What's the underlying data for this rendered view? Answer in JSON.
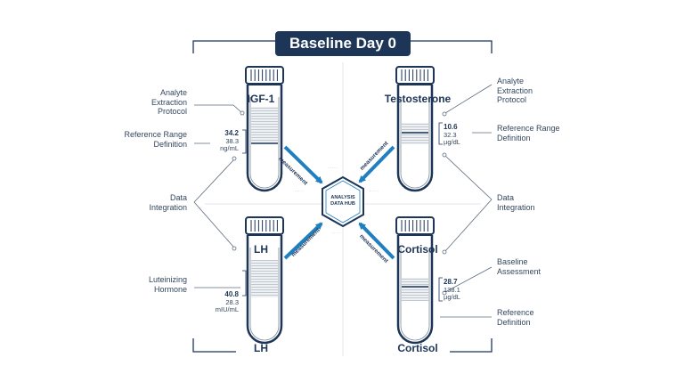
{
  "title": "Baseline Day 0",
  "hub": {
    "line1": "ANALYSIS",
    "line2": "DATA HUB"
  },
  "tiny_notes": [
    "· · · · ·",
    "· · · · ·",
    "· · · · ·",
    "· · · · ·"
  ],
  "labels": {
    "analyte_extraction_protocol_left": [
      "Analyte",
      "Extraction",
      "Protocol"
    ],
    "reference_range_definition_left": [
      "Reference Range",
      "Definition"
    ],
    "data_integration_left": [
      "Data",
      "Integration"
    ],
    "luteinizing_hormone": [
      "Luteinizing",
      "Hormone"
    ],
    "analyte_extraction_protocol_right": [
      "Analyte",
      "Extraction",
      "Protocol"
    ],
    "reference_range_definition_right": [
      "Reference Range",
      "Definition"
    ],
    "data_integration_right": [
      "Data",
      "Integration"
    ],
    "baseline_assessment": [
      "Baseline",
      "Assessment"
    ],
    "reference_definition": [
      "Reference",
      "Definition"
    ]
  },
  "tubes": {
    "igf1": {
      "name": "IGF-1",
      "value": "34.2",
      "ref": "38.3",
      "unit": "ng/mL"
    },
    "testosterone": {
      "name": "Testosterone",
      "value": "10.6",
      "ref": "32.3",
      "unit": "µg/dL"
    },
    "lh": {
      "name": "LH",
      "value": "40.8",
      "ref": "28.3",
      "unit": "mIU/mL",
      "bottom_label": "LH"
    },
    "cortisol": {
      "name": "Cortisol",
      "value": "28.7",
      "ref": "138.1",
      "unit": "µg/dL",
      "bottom_label": "Cortisol"
    }
  },
  "arrows": {
    "label": "measurement"
  },
  "colors": {
    "navy": "#1d3557",
    "accent": "#1f7fc0",
    "hatch": "#9aa5b1"
  }
}
